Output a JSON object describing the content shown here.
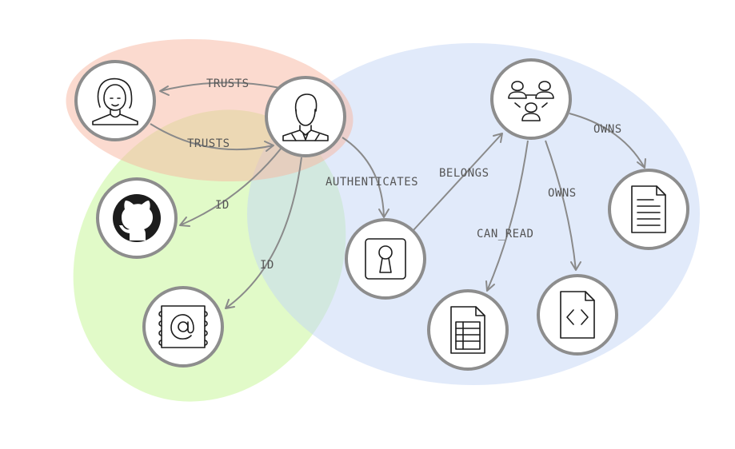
{
  "colors": {
    "region_person": "#f7b5a0",
    "region_identity": "#c9f59a",
    "region_resources": "#c3d6f5",
    "edge": "#8a8a8a",
    "node_ring": "#8d8d8d",
    "icon": "#1c1c1c"
  },
  "nodes": [
    {
      "id": "woman",
      "icon": "woman-icon"
    },
    {
      "id": "man",
      "icon": "businessman-icon"
    },
    {
      "id": "github",
      "icon": "github-icon"
    },
    {
      "id": "email",
      "icon": "email-stamp-icon"
    },
    {
      "id": "keyhole",
      "icon": "keyhole-icon"
    },
    {
      "id": "group",
      "icon": "user-group-icon"
    },
    {
      "id": "spreadsheet",
      "icon": "spreadsheet-icon"
    },
    {
      "id": "code",
      "icon": "code-file-icon"
    },
    {
      "id": "document",
      "icon": "document-icon"
    }
  ],
  "edges": [
    {
      "from": "man",
      "to": "woman",
      "label": "TRUSTS"
    },
    {
      "from": "woman",
      "to": "man",
      "label": "TRUSTS"
    },
    {
      "from": "man",
      "to": "github",
      "label": "ID"
    },
    {
      "from": "man",
      "to": "email",
      "label": "ID"
    },
    {
      "from": "man",
      "to": "keyhole",
      "label": "AUTHENTICATES"
    },
    {
      "from": "keyhole",
      "to": "group",
      "label": "BELONGS"
    },
    {
      "from": "group",
      "to": "spreadsheet",
      "label": "CAN_READ"
    },
    {
      "from": "group",
      "to": "code",
      "label": "OWNS"
    },
    {
      "from": "group",
      "to": "document",
      "label": "OWNS"
    }
  ]
}
